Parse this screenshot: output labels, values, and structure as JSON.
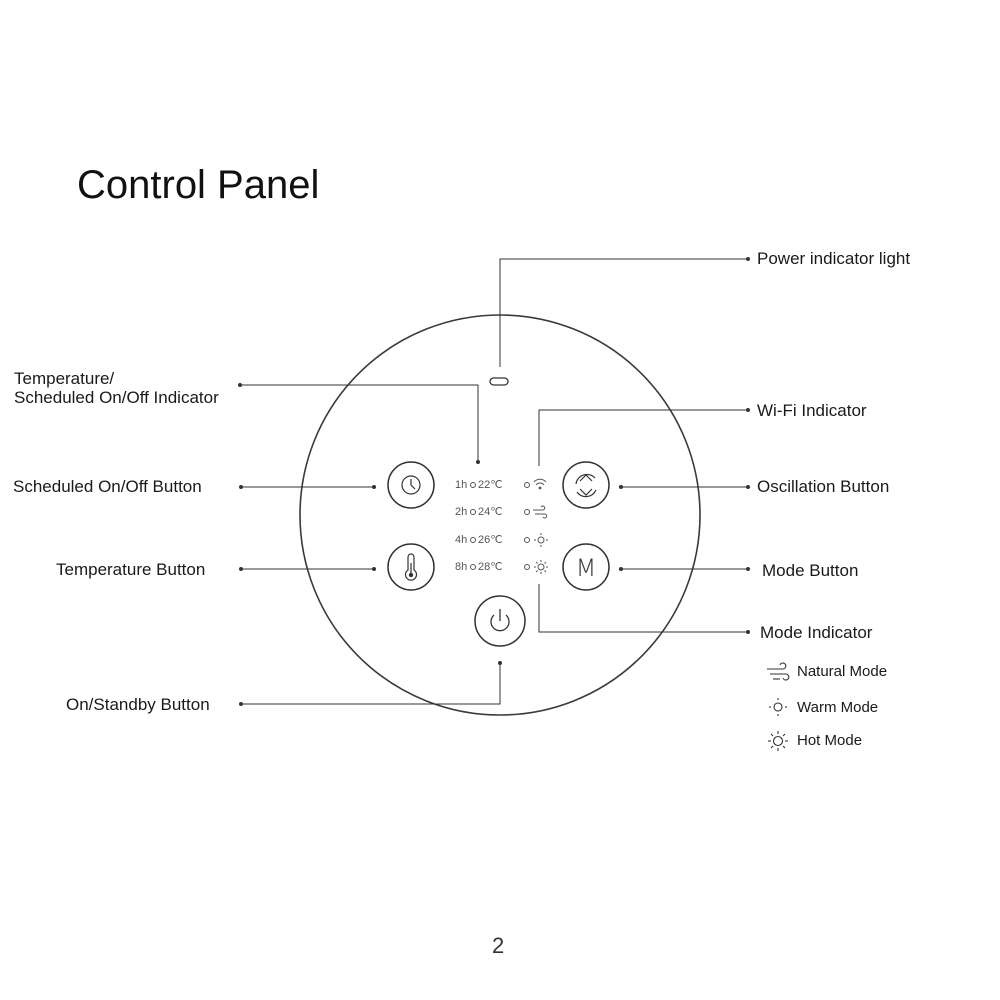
{
  "page": {
    "title": "Control Panel",
    "page_number": "2"
  },
  "callouts": {
    "power_indicator_light": "Power indicator light",
    "temperature_indicator_line1": "Temperature/",
    "temperature_indicator_line2": "Scheduled On/Off Indicator",
    "wifi_indicator": "Wi-Fi Indicator",
    "scheduled_button": "Scheduled On/Off Button",
    "oscillation_button": "Oscillation Button",
    "temperature_button": "Temperature Button",
    "mode_button": "Mode Button",
    "mode_indicator": "Mode Indicator",
    "standby_button": "On/Standby Button"
  },
  "indicator_rows": [
    {
      "time": "1h",
      "temp": "22℃"
    },
    {
      "time": "2h",
      "temp": "24℃"
    },
    {
      "time": "4h",
      "temp": "26℃"
    },
    {
      "time": "8h",
      "temp": "28℃"
    }
  ],
  "mode_legend": [
    {
      "label": "Natural Mode",
      "icon": "wind-icon"
    },
    {
      "label": "Warm Mode",
      "icon": "small-sun-icon"
    },
    {
      "label": "Hot Mode",
      "icon": "sun-icon"
    }
  ],
  "buttons": {
    "mode_letter": "M"
  },
  "colors": {
    "line": "#333333",
    "panel_stroke": "#3a3a3a"
  }
}
